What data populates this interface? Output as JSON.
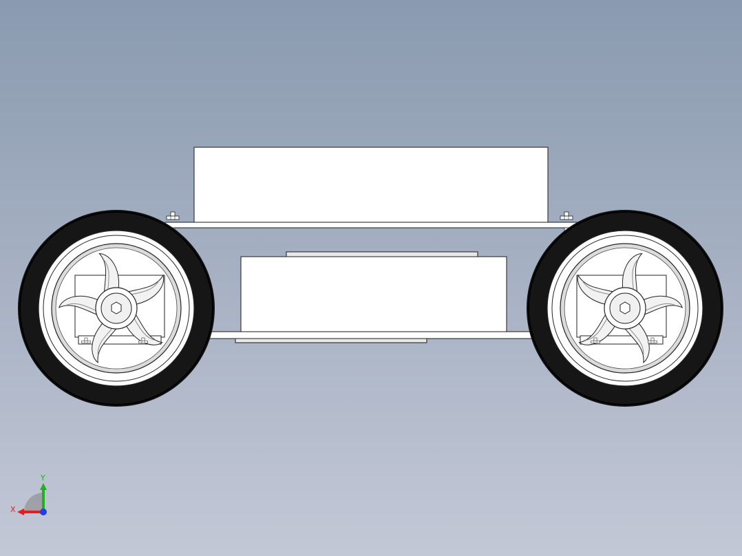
{
  "scene": {
    "background_top": "#8a9ab0",
    "background_bottom": "#c3c8d6",
    "outline_color": "#1a1a1a",
    "part_fill": "#ffffff",
    "tire_color": "#111111",
    "view": "side"
  },
  "triad": {
    "x_label": "X",
    "y_label": "Y",
    "x_color": "#e02020",
    "y_color": "#20b020",
    "z_color": "#2040e0"
  },
  "parts": {
    "top_enclosure": "top-box-icon",
    "upper_plate": "plate-icon",
    "lower_enclosure": "battery-box-icon",
    "lower_plate": "plate-icon",
    "wheels": [
      "wheel-left-icon",
      "wheel-right-icon"
    ],
    "bolts": "hex-bolt-icon"
  }
}
